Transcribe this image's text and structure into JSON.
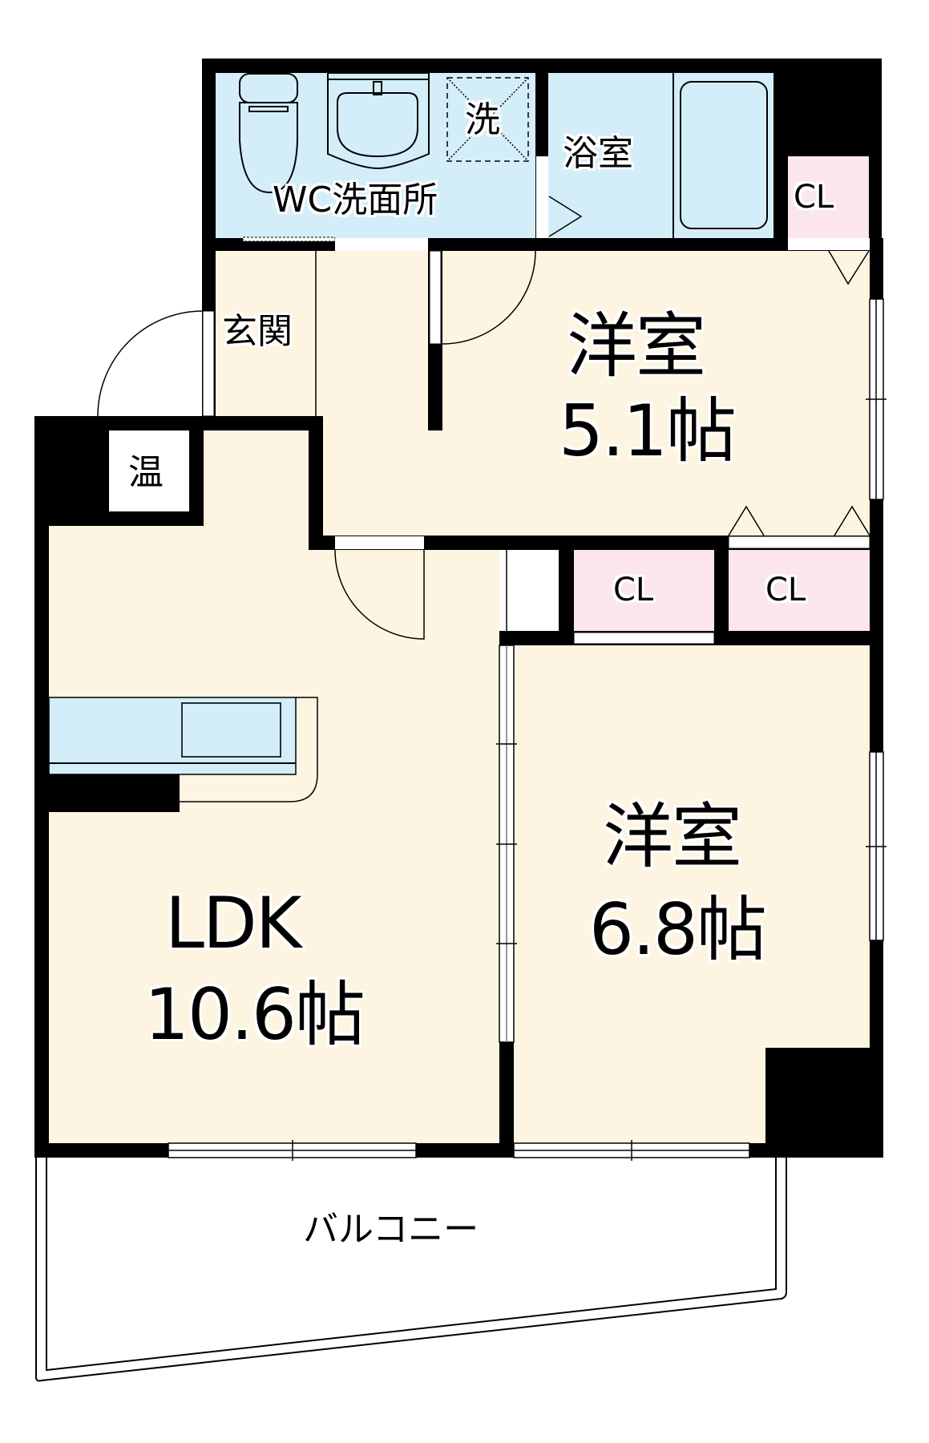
{
  "floorplan": {
    "colors": {
      "wall": "#000000",
      "wet_area": "#d3eef9",
      "floor": "#fdf5e2",
      "closet": "#fbe6ef",
      "opening": "#ffffff"
    },
    "rooms": {
      "wc_washroom": {
        "label": "WC洗面所"
      },
      "washer": {
        "label": "洗"
      },
      "bathroom": {
        "label": "浴室"
      },
      "closet_top": {
        "label": "CL"
      },
      "entrance": {
        "label": "玄関"
      },
      "water_heater": {
        "label": "温"
      },
      "western_room_1": {
        "label": "洋室",
        "size": "5.1帖"
      },
      "closet_middle_left": {
        "label": "CL"
      },
      "closet_middle_right": {
        "label": "CL"
      },
      "ldk": {
        "label": "LDK",
        "size": "10.6帖"
      },
      "western_room_2": {
        "label": "洋室",
        "size": "6.8帖"
      },
      "balcony": {
        "label": "バルコニー"
      }
    }
  }
}
